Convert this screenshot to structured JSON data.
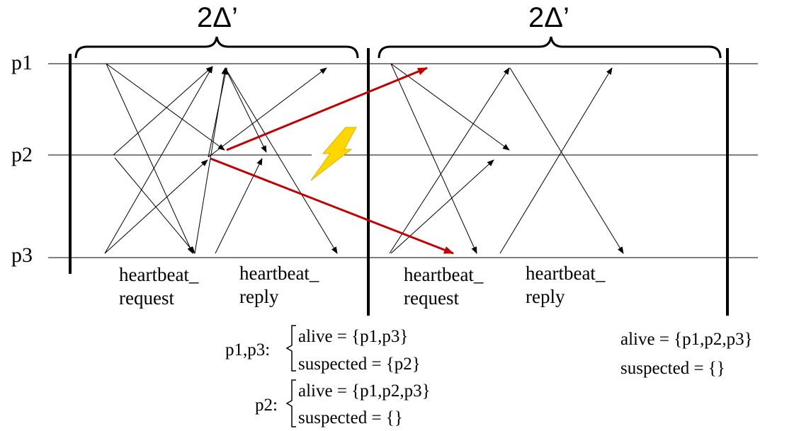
{
  "interval_labels": [
    "2Δ’",
    "2Δ’"
  ],
  "processes": [
    "p1",
    "p2",
    "p3"
  ],
  "message_labels": {
    "round1_request": [
      "heartbeat_",
      "request"
    ],
    "round1_reply": [
      "heartbeat_",
      "reply"
    ],
    "round2_request": [
      "heartbeat_",
      "request"
    ],
    "round2_reply": [
      "heartbeat_",
      "reply"
    ]
  },
  "states": {
    "group_a_label": "p1,p3:",
    "group_a_alive": "alive = {p1,p3}",
    "group_a_suspected": "suspected = {p2}",
    "group_b_label": "p2:",
    "group_b_alive": "alive = {p1,p2,p3}",
    "group_b_suspected": "suspected = {}",
    "final_alive": "alive = {p1,p2,p3}",
    "final_suspected": "suspected = {}"
  },
  "colors": {
    "line": "#000000",
    "partition_arrow": "#c00000",
    "lightning_fill": "#ffd700",
    "lightning_stroke": "#e0b000"
  },
  "icons": {
    "failure": "lightning-bolt-icon"
  }
}
